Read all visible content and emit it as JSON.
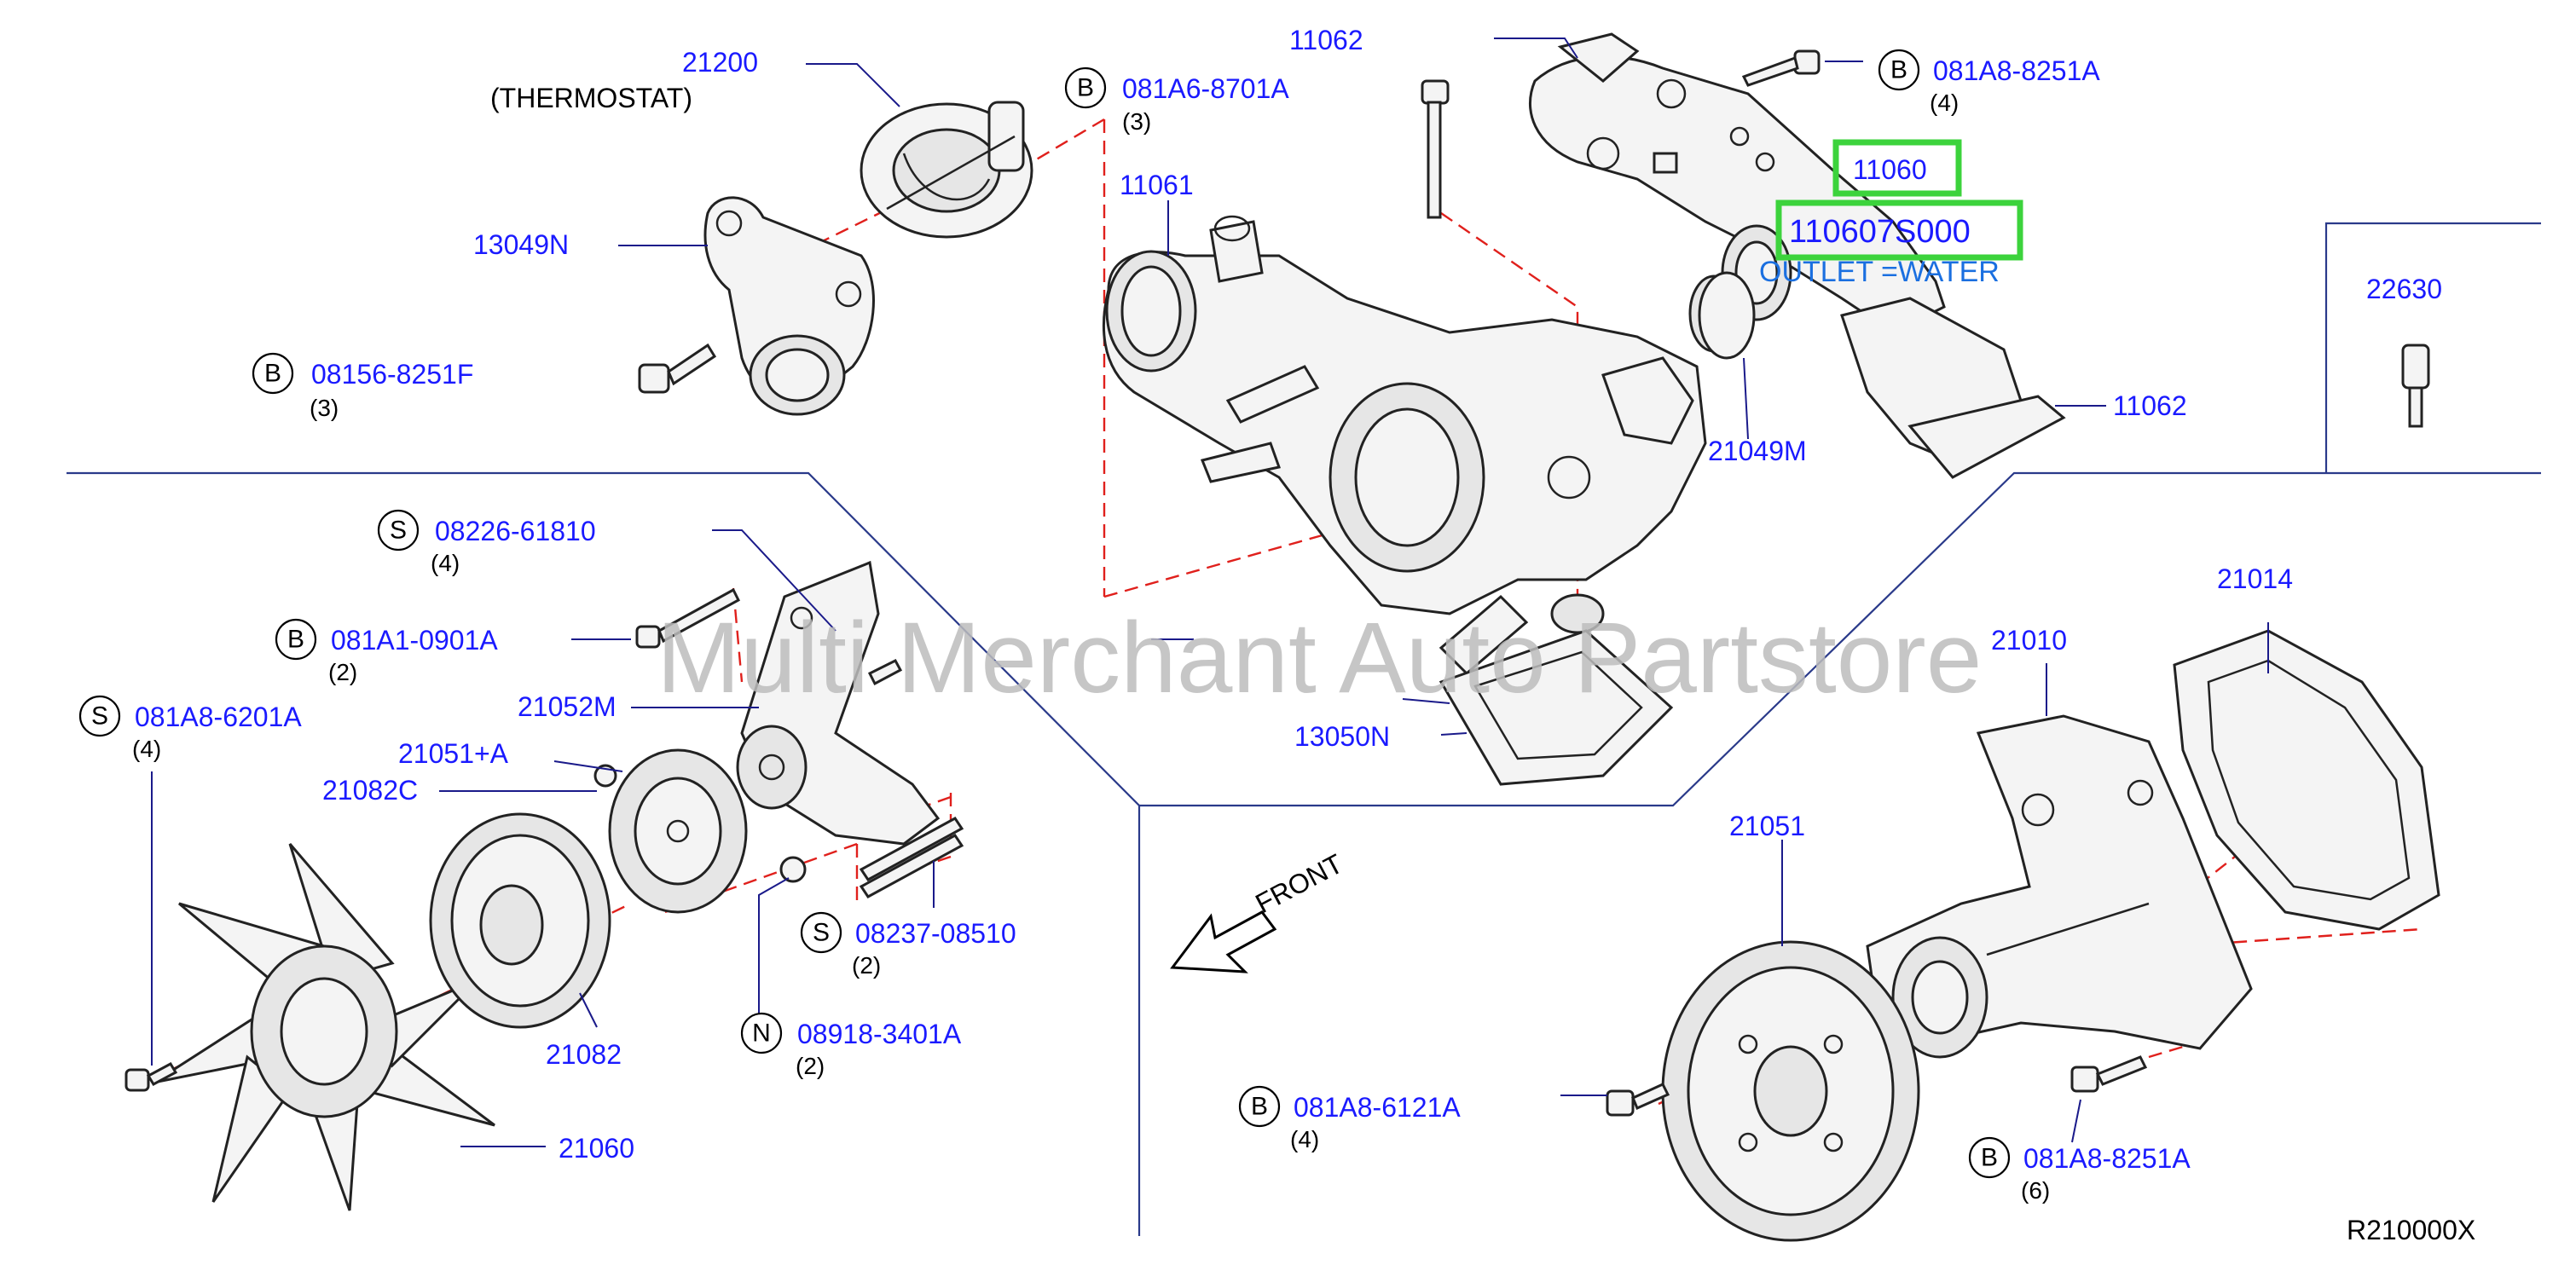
{
  "parts": {
    "p21200": "21200",
    "thermostat": "(THERMOSTAT)",
    "p13049N": "13049N",
    "p08156": "08156-8251F",
    "p08156_qty": "(3)",
    "p081A6": "081A6-8701A",
    "p081A6_qty": "(3)",
    "p11061": "11061",
    "p11062_top": "11062",
    "p081A8_8251A_top": "081A8-8251A",
    "p081A8_8251A_top_qty": "(4)",
    "p11060": "11060",
    "p110607S000": "110607S000",
    "outlet_water": "OUTLET =WATER",
    "p11062_right": "11062",
    "p21049M": "21049M",
    "p22630": "22630",
    "p08226": "08226-61810",
    "p08226_qty": "(4)",
    "p081A1": "081A1-0901A",
    "p081A1_qty": "(2)",
    "p081A8_6201A": "081A8-6201A",
    "p081A8_6201A_qty": "(4)",
    "p21052M": "21052M",
    "p21051A": "21051+A",
    "p21082C": "21082C",
    "p08237": "08237-08510",
    "p08237_qty": "(2)",
    "p08918": "08918-3401A",
    "p08918_qty": "(2)",
    "p21082": "21082",
    "p21060": "21060",
    "p13050N": "13050N",
    "p21014": "21014",
    "p21010": "21010",
    "p21051": "21051",
    "p081A8_6121A": "081A8-6121A",
    "p081A8_6121A_qty": "(4)",
    "p081A8_8251A_bot": "081A8-8251A",
    "p081A8_8251A_bot_qty": "(6)"
  },
  "prefix": {
    "b": "B",
    "s": "S",
    "n": "N"
  },
  "front_label": "FRONT",
  "watermark": "Multi Merchant Auto Partstore",
  "diagram_ref": "R210000X",
  "colors": {
    "part_number": "#1a1aff",
    "leader": "#1a1a8a",
    "dash_line": "#e0201c",
    "highlight": "#3cd33c",
    "caption": "#1a6fe0"
  }
}
